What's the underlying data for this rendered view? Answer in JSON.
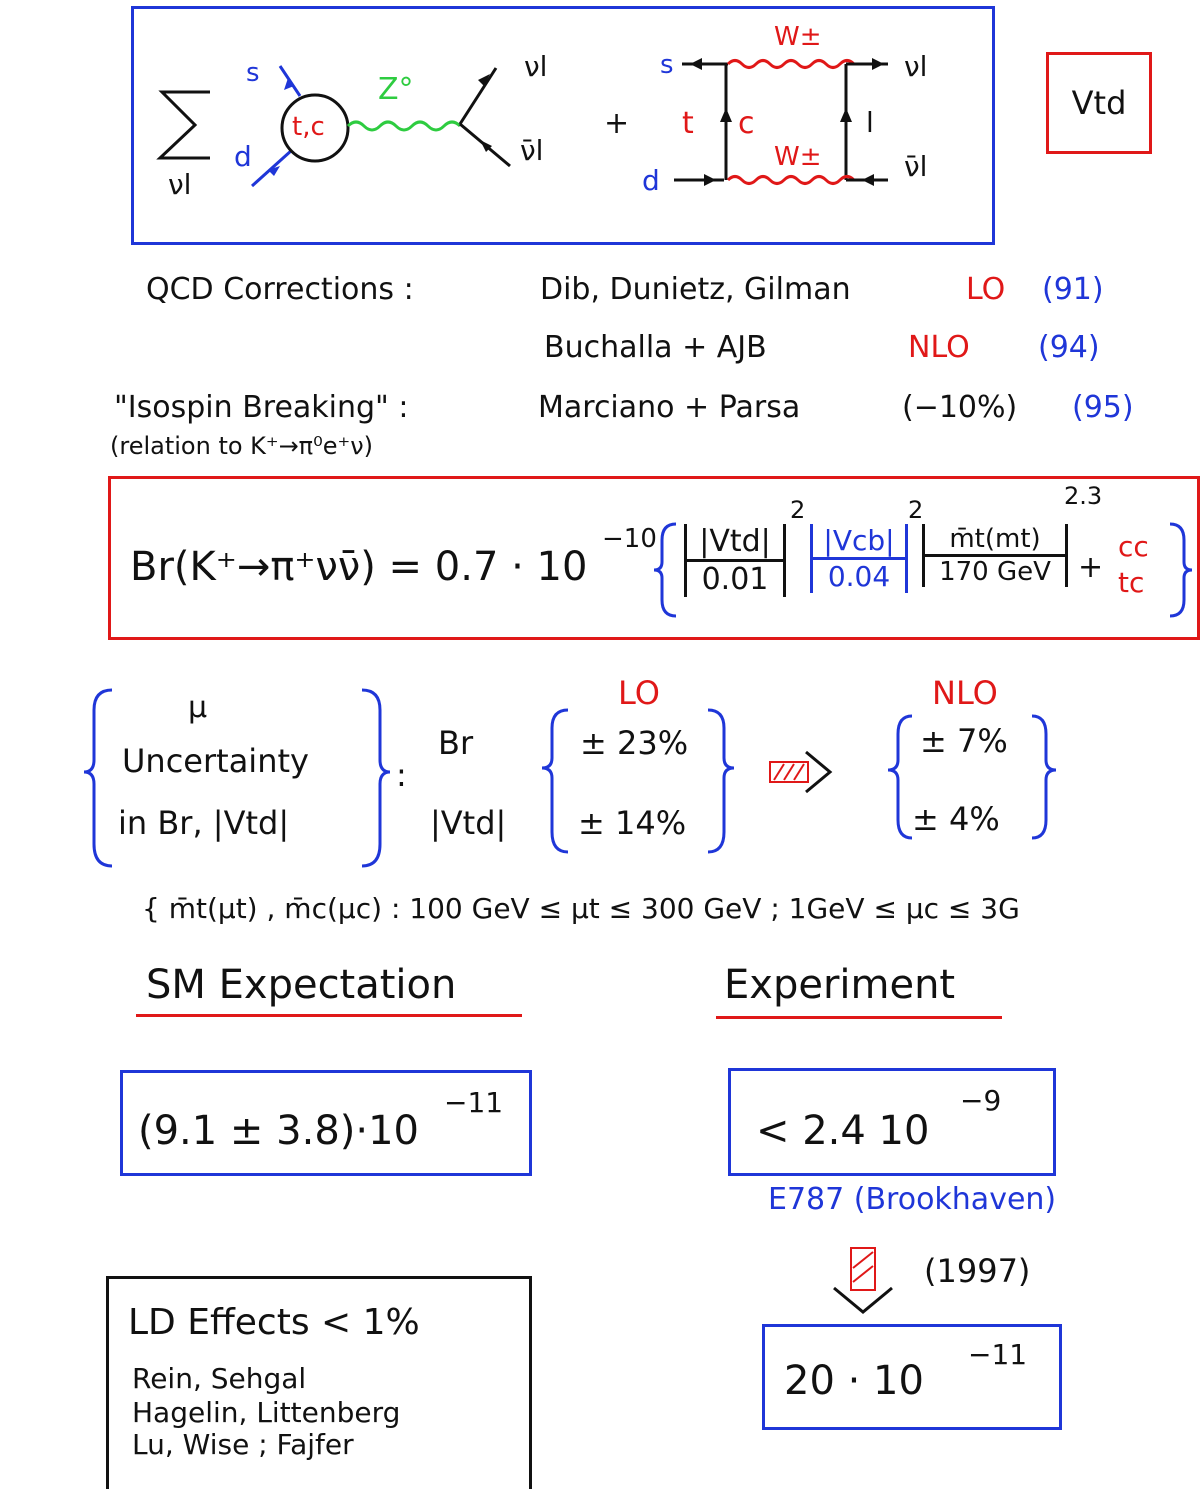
{
  "vtd_label": "Vtd",
  "diagram": {
    "sum_index": "νl",
    "penguin": {
      "s": "s",
      "d": "d",
      "loop": "t,c",
      "boson": "Z°",
      "nu_out": "νl",
      "nubar_out": "ν̄l"
    },
    "plus": "+",
    "box": {
      "s": "s",
      "d": "d",
      "w_top": "W±",
      "w_bottom": "W±",
      "t": "t",
      "c": "c",
      "lepton": "l",
      "nu_out": "νl",
      "nubar_out": "ν̄l"
    }
  },
  "qcd": {
    "label": "QCD Corrections :",
    "row1": {
      "authors": "Dib, Dunietz, Gilman",
      "order": "LO",
      "year": "(91)"
    },
    "row2": {
      "authors": "Buchalla + AJB",
      "order": "NLO",
      "year": "(94)"
    }
  },
  "isospin": {
    "label": "\"Isospin Breaking\" :",
    "sublabel": "(relation to K⁺→π⁰e⁺ν)",
    "authors": "Marciano + Parsa",
    "value": "(−10%)",
    "year": "(95)"
  },
  "formula": {
    "lhs": "Br(K⁺→π⁺νν̄) = 0.7 · 10",
    "exp": "−10",
    "f1_num": "|Vtd|",
    "f1_den": "0.01",
    "f1_pow": "2",
    "f2_num": "|Vcb|",
    "f2_den": "0.04",
    "f2_pow": "2",
    "f3_num": "m̄t(mt)",
    "f3_den": "170 GeV",
    "f3_pow": "2.3",
    "plus": "+",
    "cc": "cc",
    "tc": "tc"
  },
  "uncertainty": {
    "line1": "μ",
    "line2": "Uncertainty",
    "line3": "in Br, |Vtd|",
    "colon": ":",
    "br": "Br",
    "vtd": "|Vtd|",
    "lo_header": "LO",
    "lo_br": "± 23%",
    "lo_vtd": "± 14%",
    "nlo_header": "NLO",
    "nlo_br": "± 7%",
    "nlo_vtd": "± 4%"
  },
  "ranges": "{ m̄t(μt) , m̄c(μc) :   100 GeV ≤ μt ≤ 300 GeV  ;  1GeV ≤ μc ≤ 3G",
  "sm": {
    "title": "SM Expectation",
    "value": "(9.1 ± 3.8)·10",
    "exp": "−11"
  },
  "experiment": {
    "title": "Experiment",
    "value": "< 2.4  10",
    "exp": "−9",
    "source": "E787 (Brookhaven)",
    "year": "(1997)",
    "new_value": "20 · 10",
    "new_exp": "−11"
  },
  "ld": {
    "title": "LD Effects < 1%",
    "authors": [
      "Rein, Sehgal",
      "Hagelin, Littenberg",
      "Lu, Wise ; Fajfer"
    ]
  }
}
